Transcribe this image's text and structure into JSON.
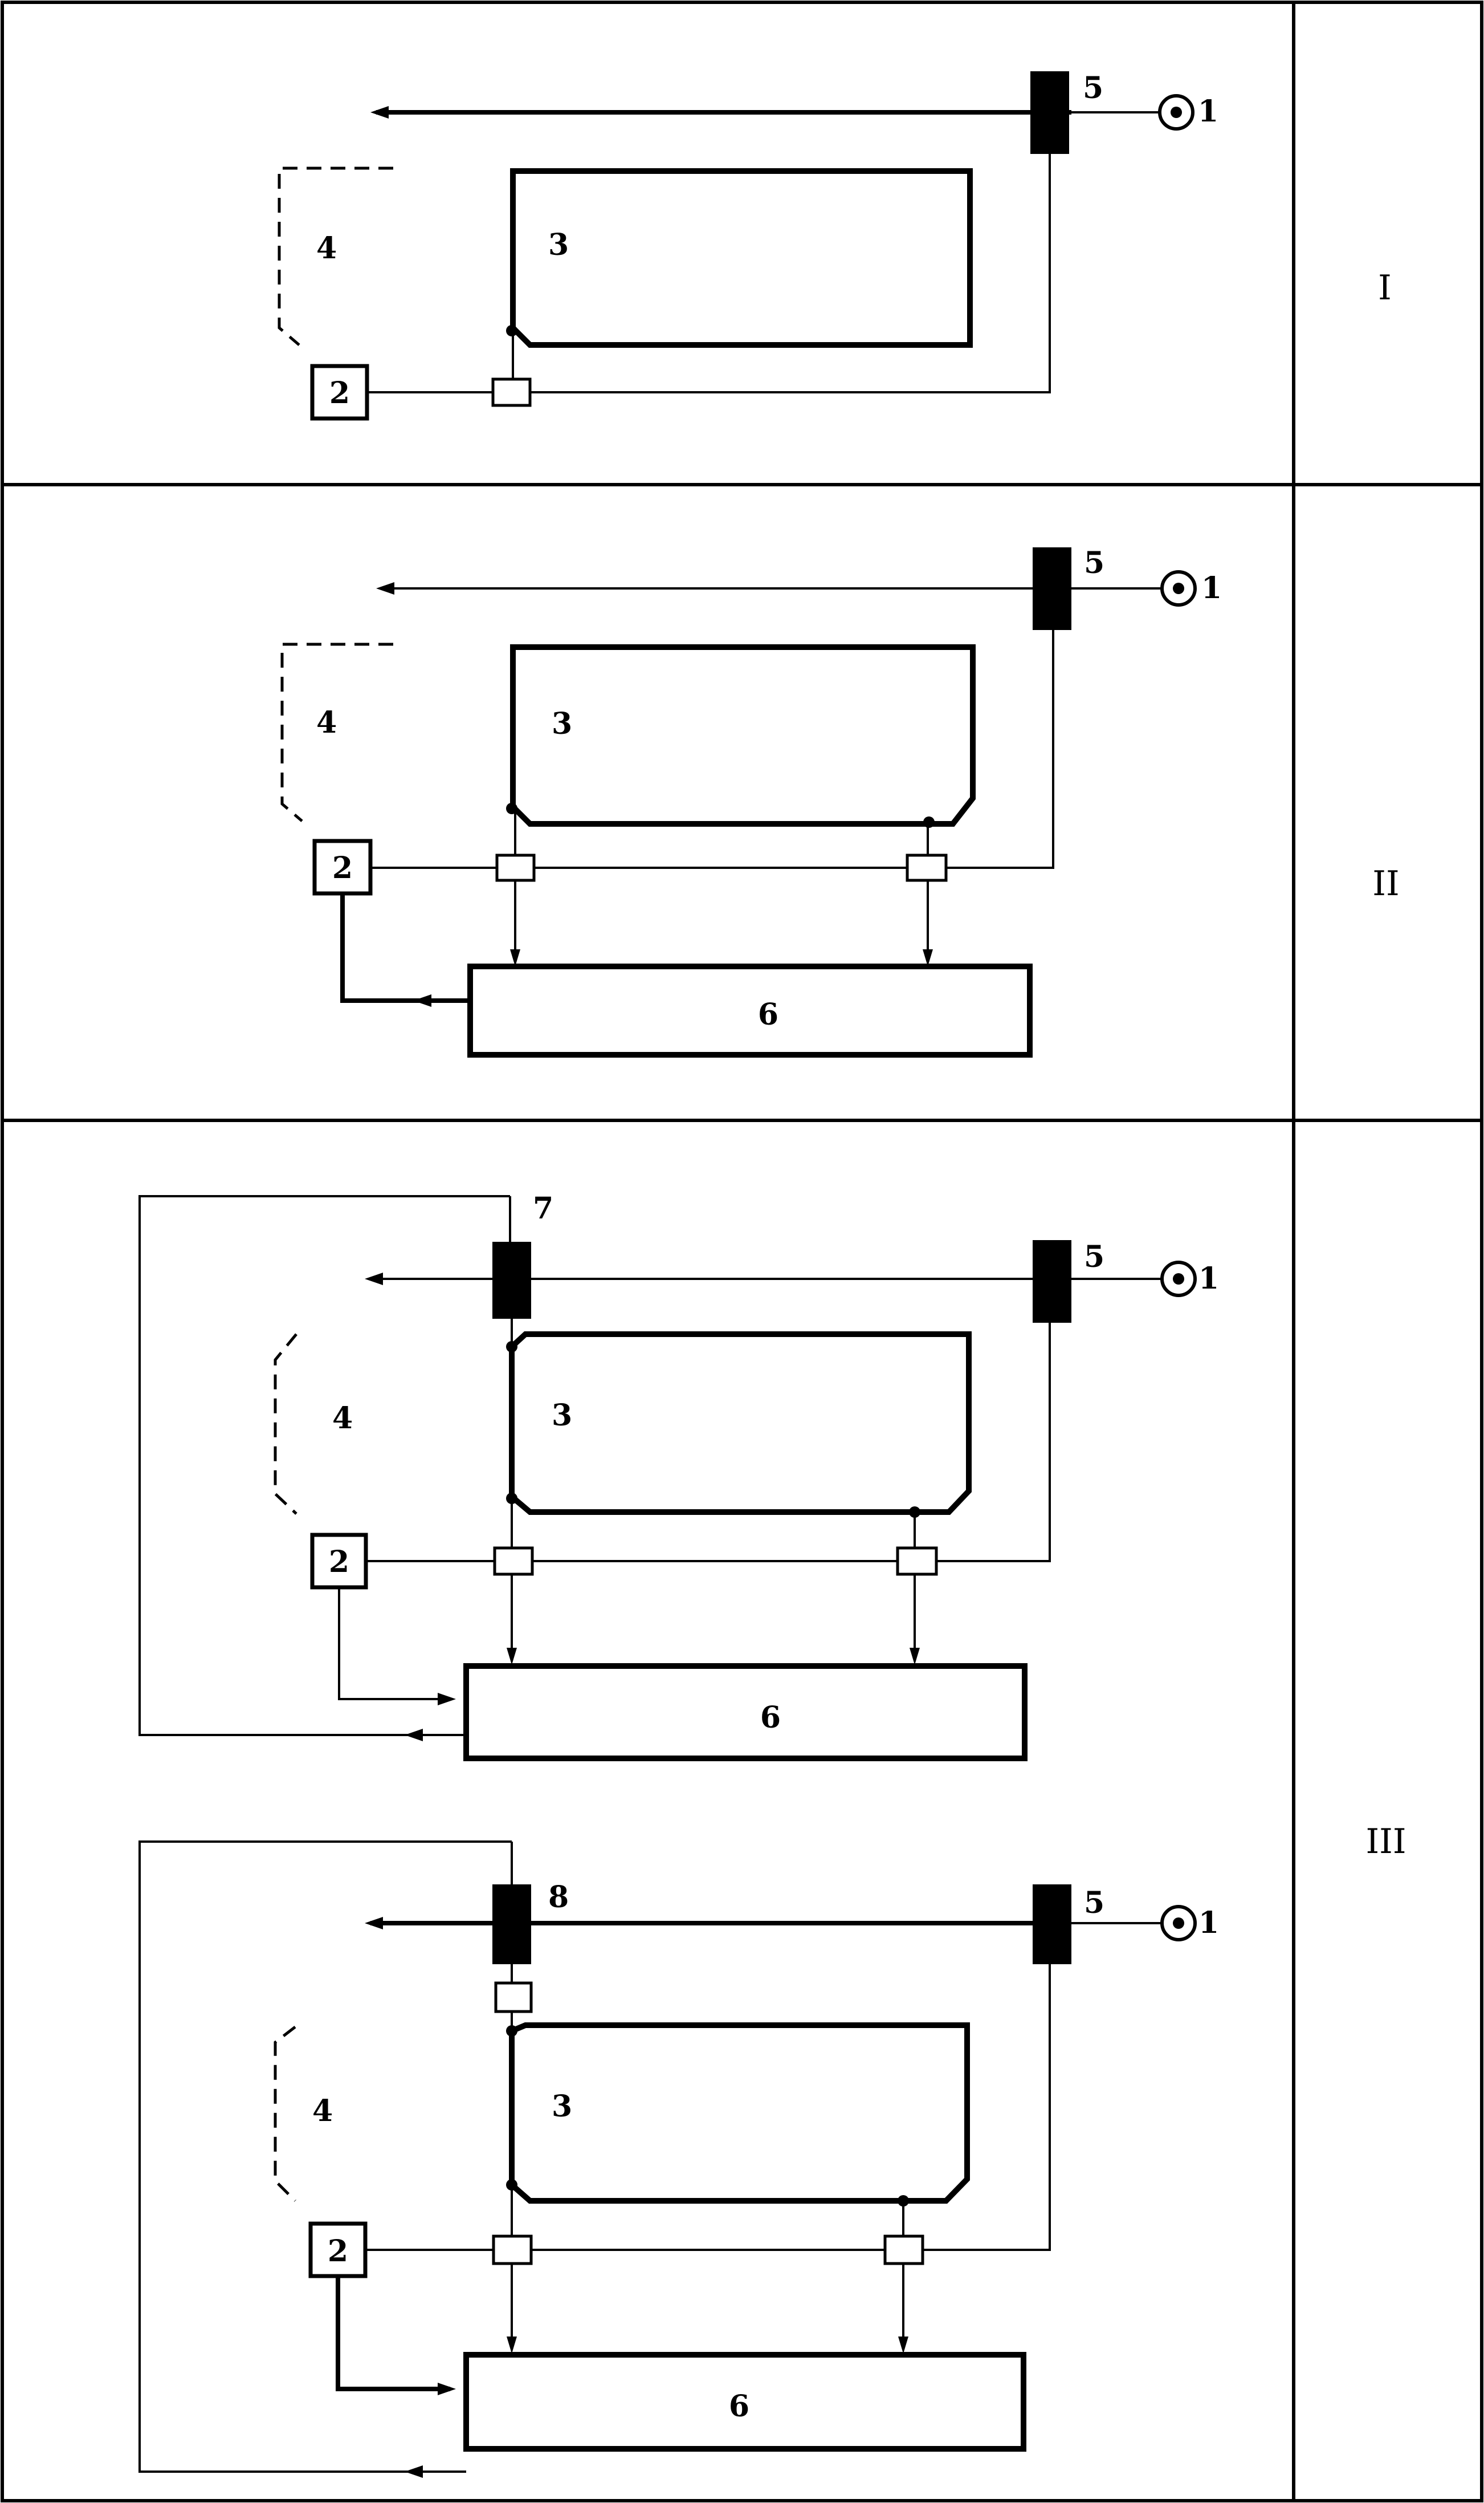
{
  "sections": [
    {
      "roman": "I"
    },
    {
      "roman": "II"
    },
    {
      "roman": "III"
    }
  ],
  "labels": {
    "source": "1",
    "box_2": "2",
    "room_3": "3",
    "area_4": "4",
    "device_5": "5",
    "box_6": "6",
    "device_7": "7",
    "device_8": "8"
  },
  "colors": {
    "ink": "#000000",
    "background": "#ffffff"
  }
}
